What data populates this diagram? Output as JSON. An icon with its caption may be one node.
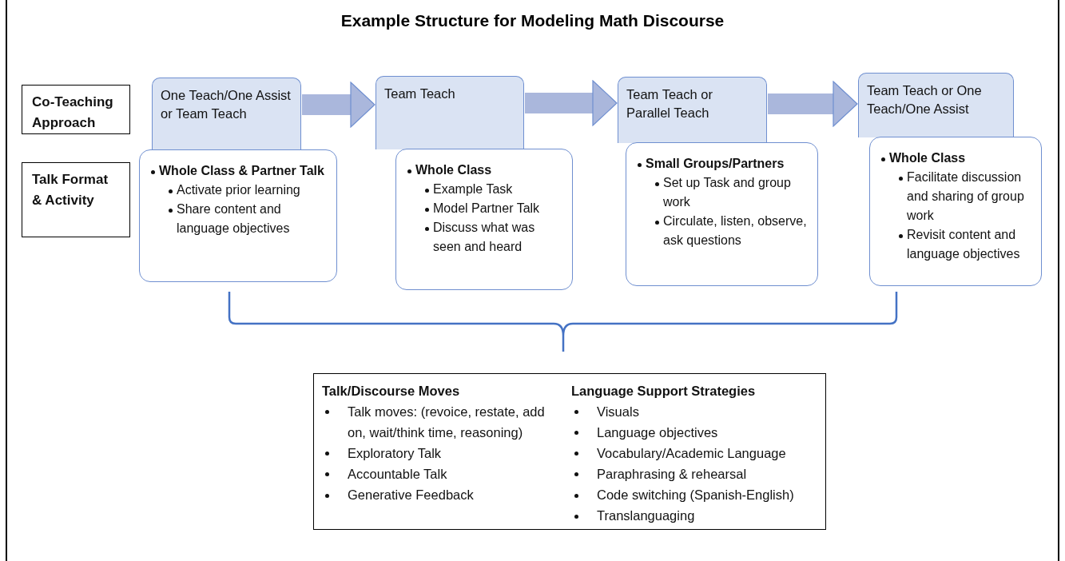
{
  "diagram": {
    "title": "Example Structure for Modeling Math Discourse",
    "nodes": [
      {
        "text": [
          "Co-Teaching Approach"
        ]
      },
      {
        "text": [
          "Talk Format & Activity"
        ]
      },
      {
        "text": [
          "One Teach/One Assist or Team Teach"
        ]
      },
      {
        "text": [
          "Whole Class & Partner Talk",
          "Activate prior learning",
          "Share content and language objectives"
        ]
      },
      {
        "text": [
          "Team Teach"
        ]
      },
      {
        "text": [
          "Whole Class",
          "Example Task",
          "Model Partner Talk",
          "Discuss what was seen and heard"
        ]
      },
      {
        "text": [
          "Team Teach or Parallel Teach"
        ]
      },
      {
        "text": [
          "Small Groups/Partners",
          "Set up Task and group work",
          "Circulate, listen, observe, ask questions"
        ]
      },
      {
        "text": [
          "Team Teach or One Teach/One Assist"
        ]
      },
      {
        "text": [
          "Whole Class",
          "Facilitate discussion and sharing of  group work",
          "Revisit content and language objectives"
        ]
      },
      {
        "text": [
          "Talk/Discourse Moves",
          "Talk moves: (revoice, restate, add on, wait/think time, reasoning)",
          "Exploratory Talk",
          "Accountable Talk",
          "Generative Feedback"
        ]
      },
      {
        "text": [
          "Language Support Strategies",
          "Visuals",
          "Language objectives",
          "Vocabulary/Academic Language",
          "Paraphrasing & rehearsal",
          "Code switching (Spanish-English)",
          "Translanguaging"
        ]
      }
    ],
    "edges": [
      {
        "from": 2,
        "to": 4,
        "arrow": "to"
      },
      {
        "from": 4,
        "to": 6,
        "arrow": "to"
      },
      {
        "from": 6,
        "to": 8,
        "arrow": "to"
      }
    ]
  }
}
